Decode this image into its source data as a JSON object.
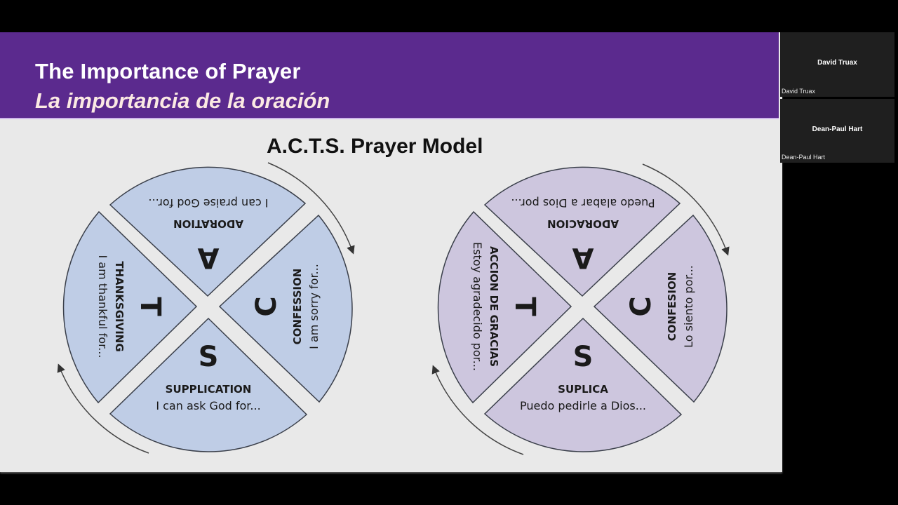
{
  "slide": {
    "title_en": "The Importance of Prayer",
    "title_es": "La importancia de la oración",
    "model_title": "A.C.T.S. Prayer Model",
    "colors": {
      "header": "#5b2a8e",
      "background": "#e9e9e9",
      "english_fill": "#bfcde6",
      "spanish_fill": "#cdc6de",
      "outline": "#3a3f4a"
    },
    "english": {
      "adoration": {
        "letter": "A",
        "label": "ADORATION",
        "prompt": "I can praise God for..."
      },
      "confession": {
        "letter": "C",
        "label": "CONFESSION",
        "prompt": "I am sorry for..."
      },
      "thanksgiving": {
        "letter": "T",
        "label": "THANKSGIVING",
        "prompt": "I am thankful for..."
      },
      "supplication": {
        "letter": "S",
        "label": "SUPPLICATION",
        "prompt": "I can ask God for..."
      }
    },
    "spanish": {
      "adoration": {
        "letter": "A",
        "label": "ADORACION",
        "prompt": "Puedo alabar a Dios por..."
      },
      "confession": {
        "letter": "C",
        "label": "CONFESION",
        "prompt": "Lo siento por..."
      },
      "thanksgiving": {
        "letter": "T",
        "label": "ACCION DE GRACIAS",
        "prompt": "Estoy agradecido por..."
      },
      "supplication": {
        "letter": "S",
        "label": "SUPLICA",
        "prompt": "Puedo pedirle a Dios..."
      }
    }
  },
  "participants": [
    {
      "display_name": "David Truax",
      "label": "David Truax"
    },
    {
      "display_name": "Dean-Paul Hart",
      "label": "Dean-Paul Hart"
    }
  ]
}
